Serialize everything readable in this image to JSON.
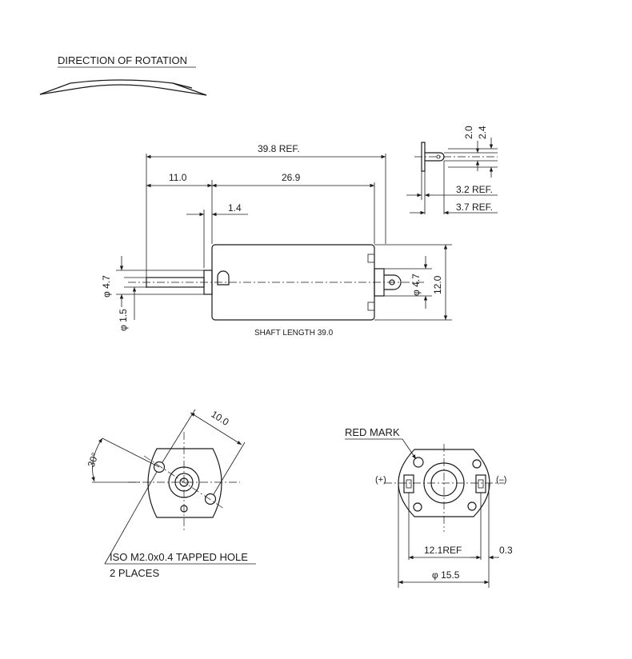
{
  "header": {
    "title": "DIRECTION OF ROTATION"
  },
  "side_view": {
    "overall_length": "39.8 REF.",
    "shaft_extension": "11.0",
    "body_length": "26.9",
    "boss_length": "1.4",
    "front_boss_dia": "φ 4.7",
    "shaft_dia": "φ 1.5",
    "rear_boss_dia": "φ 4.7",
    "body_height": "12.0",
    "shaft_length_note": "SHAFT LENGTH  39.0"
  },
  "terminal_detail": {
    "dim_a": "2.0",
    "dim_b": "2.4",
    "dim_c": "3.2 REF.",
    "dim_d": "3.7 REF."
  },
  "front_view": {
    "hole_spacing": "10.0",
    "angle": "30°",
    "tapped_hole_note": "ISO M2.0x0.4 TAPPED HOLE",
    "places_note": "2 PLACES"
  },
  "rear_view": {
    "red_mark_label": "RED MARK",
    "plus_label": "(+)",
    "minus_label": "(–)",
    "terminal_spacing": "12.1REF",
    "terminal_offset": "0.3",
    "outer_dia": "φ 15.5"
  }
}
